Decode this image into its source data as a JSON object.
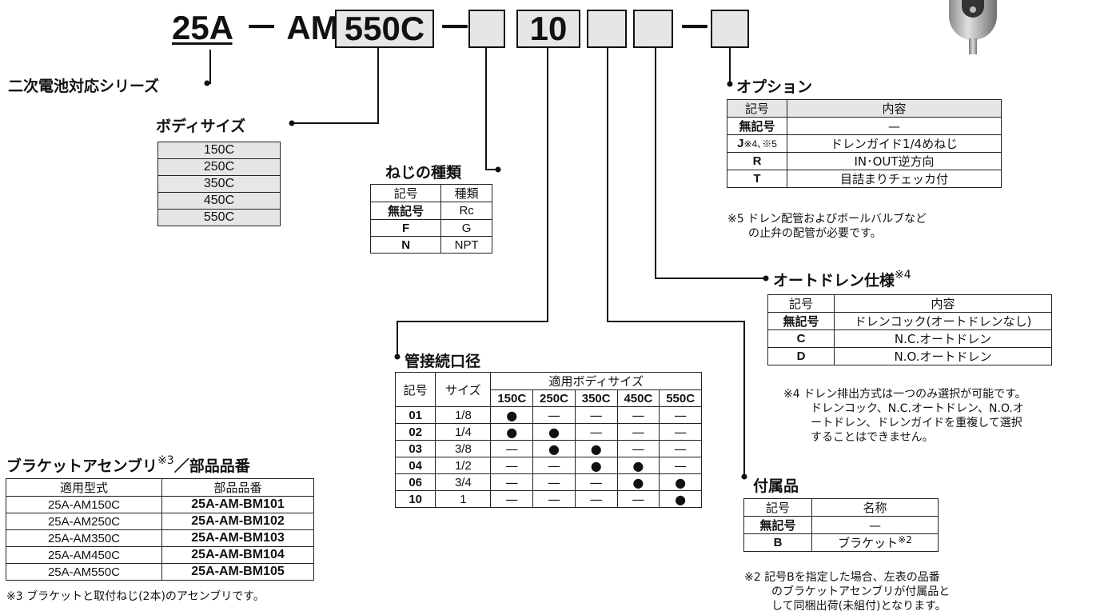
{
  "model_code": {
    "prefix": "25A",
    "dash1": "－",
    "mid": "AM",
    "body_size": "550C",
    "dash2": "－",
    "port_size": "10",
    "dash3": "－"
  },
  "series_label": "二次電池対応シリーズ",
  "body_size_section": {
    "title": "ボディサイズ",
    "items": [
      "150C",
      "250C",
      "350C",
      "450C",
      "550C"
    ]
  },
  "thread_section": {
    "title": "ねじの種類",
    "headers": [
      "記号",
      "種類"
    ],
    "rows": [
      [
        "無記号",
        "Rc"
      ],
      [
        "F",
        "G"
      ],
      [
        "N",
        "NPT"
      ]
    ]
  },
  "option_section": {
    "title": "オプション",
    "headers": [
      "記号",
      "内容"
    ],
    "rows": [
      {
        "code": "無記号",
        "sup": "",
        "desc": "—"
      },
      {
        "code": "J",
        "sup": "※4､※5",
        "desc": "ドレンガイド1/4めねじ"
      },
      {
        "code": "R",
        "sup": "",
        "desc": "IN･OUT逆方向"
      },
      {
        "code": "T",
        "sup": "",
        "desc": "目詰まりチェッカ付"
      }
    ],
    "note_lines": [
      "※5 ドレン配管およびボールバルブなど",
      "の止弁の配管が必要です。"
    ]
  },
  "auto_drain_section": {
    "title": "オートドレン仕様",
    "title_sup": "※4",
    "headers": [
      "記号",
      "内容"
    ],
    "rows": [
      [
        "無記号",
        "ドレンコック(オートドレンなし)"
      ],
      [
        "C",
        "N.C.オートドレン"
      ],
      [
        "D",
        "N.O.オートドレン"
      ]
    ],
    "note_lines": [
      "※4 ドレン排出方式は一つのみ選択が可能です。",
      "ドレンコック、N.C.オートドレン、N.O.オ",
      "ートドレン、ドレンガイドを重複して選択",
      "することはできません。"
    ]
  },
  "port_section": {
    "title": "管接続口径",
    "headers": [
      "記号",
      "サイズ",
      "適用ボディサイズ"
    ],
    "body_sizes": [
      "150C",
      "250C",
      "350C",
      "450C",
      "550C"
    ],
    "rows": [
      {
        "code": "01",
        "size": "1/8",
        "marks": [
          "●",
          "—",
          "—",
          "—",
          "—"
        ]
      },
      {
        "code": "02",
        "size": "1/4",
        "marks": [
          "●",
          "●",
          "—",
          "—",
          "—"
        ]
      },
      {
        "code": "03",
        "size": "3/8",
        "marks": [
          "—",
          "●",
          "●",
          "—",
          "—"
        ]
      },
      {
        "code": "04",
        "size": "1/2",
        "marks": [
          "—",
          "—",
          "●",
          "●",
          "—"
        ]
      },
      {
        "code": "06",
        "size": "3/4",
        "marks": [
          "—",
          "—",
          "—",
          "●",
          "●"
        ]
      },
      {
        "code": "10",
        "size": "1",
        "marks": [
          "—",
          "—",
          "—",
          "—",
          "●"
        ]
      }
    ]
  },
  "accessory_section": {
    "title": "付属品",
    "headers": [
      "記号",
      "名称"
    ],
    "rows": [
      {
        "code": "無記号",
        "name": "—",
        "sup": ""
      },
      {
        "code": "B",
        "name": "ブラケット",
        "sup": "※2"
      }
    ],
    "note_lines": [
      "※2 記号Bを指定した場合、左表の品番",
      "のブラケットアセンブリが付属品と",
      "して同梱出荷(未組付)となります。"
    ]
  },
  "bracket_section": {
    "title": "ブラケットアセンブリ",
    "title_sup": "※3",
    "title_suffix": "／部品品番",
    "headers": [
      "適用型式",
      "部品品番"
    ],
    "rows": [
      [
        "25A-AM150C",
        "25A-AM-BM101"
      ],
      [
        "25A-AM250C",
        "25A-AM-BM102"
      ],
      [
        "25A-AM350C",
        "25A-AM-BM103"
      ],
      [
        "25A-AM450C",
        "25A-AM-BM104"
      ],
      [
        "25A-AM550C",
        "25A-AM-BM105"
      ]
    ],
    "note": "※3 ブラケットと取付ねじ(2本)のアセンブリです。"
  }
}
